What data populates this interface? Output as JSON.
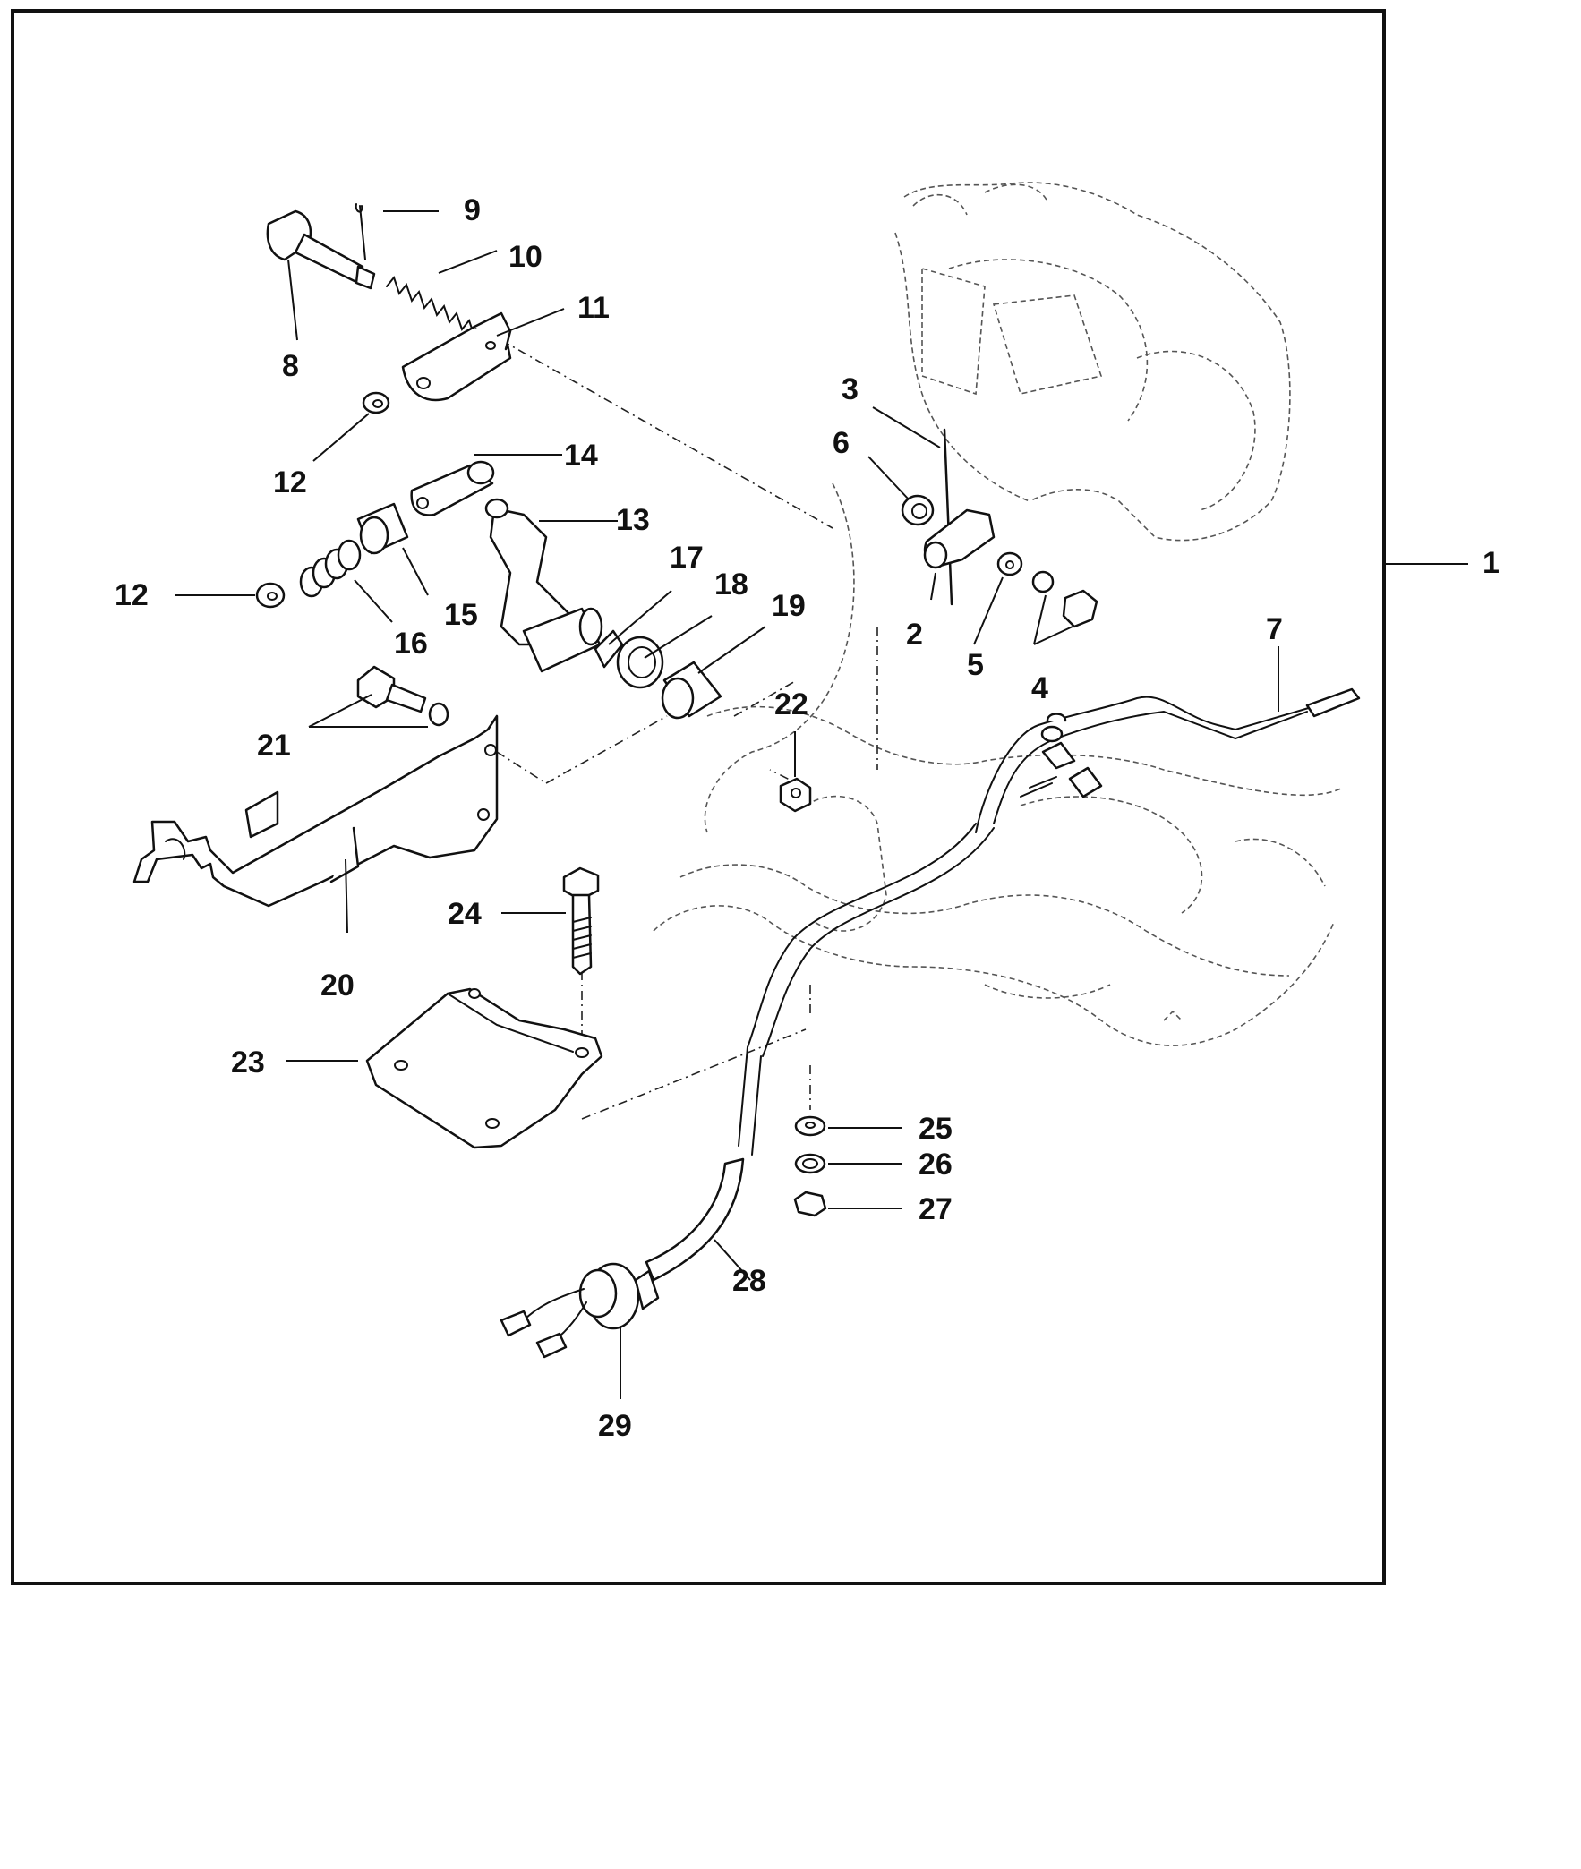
{
  "diagram": {
    "callouts": [
      {
        "id": "c1",
        "label": "1"
      },
      {
        "id": "c2",
        "label": "2"
      },
      {
        "id": "c3",
        "label": "3"
      },
      {
        "id": "c4",
        "label": "4"
      },
      {
        "id": "c5",
        "label": "5"
      },
      {
        "id": "c6",
        "label": "6"
      },
      {
        "id": "c7",
        "label": "7"
      },
      {
        "id": "c8",
        "label": "8"
      },
      {
        "id": "c9",
        "label": "9"
      },
      {
        "id": "c10",
        "label": "10"
      },
      {
        "id": "c11",
        "label": "11"
      },
      {
        "id": "c12a",
        "label": "12"
      },
      {
        "id": "c12b",
        "label": "12"
      },
      {
        "id": "c13",
        "label": "13"
      },
      {
        "id": "c14",
        "label": "14"
      },
      {
        "id": "c15",
        "label": "15"
      },
      {
        "id": "c16",
        "label": "16"
      },
      {
        "id": "c17",
        "label": "17"
      },
      {
        "id": "c18",
        "label": "18"
      },
      {
        "id": "c19",
        "label": "19"
      },
      {
        "id": "c20",
        "label": "20"
      },
      {
        "id": "c21",
        "label": "21"
      },
      {
        "id": "c22",
        "label": "22"
      },
      {
        "id": "c23",
        "label": "23"
      },
      {
        "id": "c24",
        "label": "24"
      },
      {
        "id": "c25",
        "label": "25"
      },
      {
        "id": "c26",
        "label": "26"
      },
      {
        "id": "c27",
        "label": "27"
      },
      {
        "id": "c28",
        "label": "28"
      },
      {
        "id": "c29",
        "label": "29"
      }
    ]
  }
}
